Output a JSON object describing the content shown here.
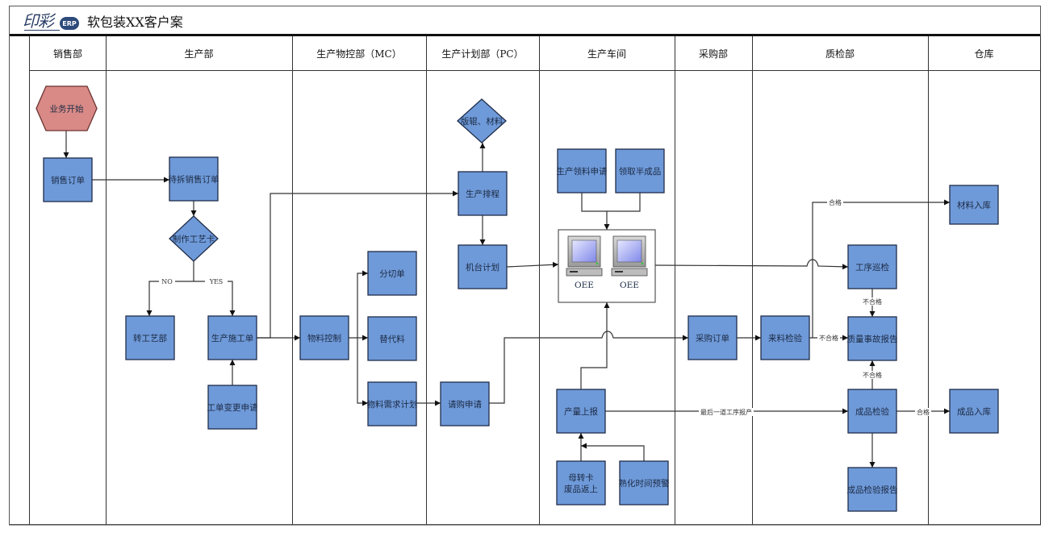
{
  "header": {
    "logo_text": "印彩",
    "logo_badge": "ERP",
    "title": "软包装XX客户案"
  },
  "lanes": [
    {
      "id": "sales",
      "label": "销售部"
    },
    {
      "id": "production",
      "label": "生产部"
    },
    {
      "id": "mc",
      "label": "生产物控部（MC）"
    },
    {
      "id": "pc",
      "label": "生产计划部（PC）"
    },
    {
      "id": "workshop",
      "label": "生产车间"
    },
    {
      "id": "purchasing",
      "label": "采购部"
    },
    {
      "id": "qc",
      "label": "质检部"
    },
    {
      "id": "warehouse",
      "label": "仓库"
    }
  ],
  "colors": {
    "process_fill": "#6f9ad9",
    "process_border": "#1f2d4a",
    "start_fill": "#d98a86",
    "start_border": "#6b3330",
    "line": "#333333"
  },
  "nodes": [
    {
      "id": "start",
      "shape": "hexagon",
      "lane": "sales",
      "lines": [
        "业务开始"
      ]
    },
    {
      "id": "sales_order",
      "shape": "rect",
      "lane": "sales",
      "lines": [
        "销售订单"
      ]
    },
    {
      "id": "pending_split",
      "shape": "rect",
      "lane": "production",
      "lines": [
        "待拆销售订单"
      ]
    },
    {
      "id": "make_card",
      "shape": "diamond",
      "lane": "production",
      "lines": [
        "制作工艺卡"
      ]
    },
    {
      "id": "to_process_dept",
      "shape": "rect",
      "lane": "production",
      "lines": [
        "转工艺部"
      ]
    },
    {
      "id": "work_order",
      "shape": "rect",
      "lane": "production",
      "lines": [
        "生产施工单"
      ]
    },
    {
      "id": "wo_change",
      "shape": "rect",
      "lane": "production",
      "lines": [
        "工单变更申请"
      ]
    },
    {
      "id": "material_ctrl",
      "shape": "rect",
      "lane": "mc",
      "lines": [
        "物料控制"
      ]
    },
    {
      "id": "slit_order",
      "shape": "rect",
      "lane": "mc",
      "lines": [
        "分切单"
      ]
    },
    {
      "id": "substitute",
      "shape": "rect",
      "lane": "mc",
      "lines": [
        "替代料"
      ]
    },
    {
      "id": "mrp",
      "shape": "rect",
      "lane": "mc",
      "lines": [
        "物料需求计划"
      ]
    },
    {
      "id": "plates_materials",
      "shape": "diamond",
      "lane": "pc",
      "lines": [
        "版辊、材料"
      ]
    },
    {
      "id": "scheduling",
      "shape": "rect",
      "lane": "pc",
      "lines": [
        "生产排程"
      ]
    },
    {
      "id": "machine_plan",
      "shape": "rect",
      "lane": "pc",
      "lines": [
        "机台计划"
      ]
    },
    {
      "id": "purchase_req",
      "shape": "rect",
      "lane": "pc",
      "lines": [
        "请购申请"
      ]
    },
    {
      "id": "material_req",
      "shape": "rect",
      "lane": "workshop",
      "lines": [
        "生产领料申请"
      ]
    },
    {
      "id": "get_semi",
      "shape": "rect",
      "lane": "workshop",
      "lines": [
        "领取半成品"
      ]
    },
    {
      "id": "oee",
      "shape": "computers",
      "lane": "workshop",
      "labels": [
        "OEE",
        "OEE"
      ]
    },
    {
      "id": "output_report",
      "shape": "rect",
      "lane": "workshop",
      "lines": [
        "产量上报"
      ]
    },
    {
      "id": "master_card",
      "shape": "rect",
      "lane": "workshop",
      "lines": [
        "母转卡",
        "废品返上"
      ]
    },
    {
      "id": "curing_alert",
      "shape": "rect",
      "lane": "workshop",
      "lines": [
        "熟化时间预警"
      ]
    },
    {
      "id": "purchase_order",
      "shape": "rect",
      "lane": "purchasing",
      "lines": [
        "采购订单"
      ]
    },
    {
      "id": "incoming_insp",
      "shape": "rect",
      "lane": "qc",
      "lines": [
        "来料检验"
      ]
    },
    {
      "id": "patrol_insp",
      "shape": "rect",
      "lane": "qc",
      "lines": [
        "工序巡检"
      ]
    },
    {
      "id": "quality_report",
      "shape": "rect",
      "lane": "qc",
      "lines": [
        "质量事故报告"
      ]
    },
    {
      "id": "fg_insp",
      "shape": "rect",
      "lane": "qc",
      "lines": [
        "成品检验"
      ]
    },
    {
      "id": "fg_insp_report",
      "shape": "rect",
      "lane": "qc",
      "lines": [
        "成品检验报告"
      ]
    },
    {
      "id": "material_in",
      "shape": "rect",
      "lane": "warehouse",
      "lines": [
        "材料入库"
      ]
    },
    {
      "id": "fg_in",
      "shape": "rect",
      "lane": "warehouse",
      "lines": [
        "成品入库"
      ]
    }
  ],
  "edges": [
    {
      "from": "start",
      "to": "sales_order",
      "label": ""
    },
    {
      "from": "sales_order",
      "to": "pending_split",
      "label": ""
    },
    {
      "from": "pending_split",
      "to": "make_card",
      "label": ""
    },
    {
      "from": "make_card",
      "to": "to_process_dept",
      "label": "NO"
    },
    {
      "from": "make_card",
      "to": "work_order",
      "label": "YES"
    },
    {
      "from": "wo_change",
      "to": "work_order",
      "label": ""
    },
    {
      "from": "work_order",
      "to": "scheduling",
      "label": ""
    },
    {
      "from": "work_order",
      "to": "material_ctrl",
      "label": ""
    },
    {
      "from": "material_ctrl",
      "to": "slit_order",
      "label": ""
    },
    {
      "from": "material_ctrl",
      "to": "substitute",
      "label": ""
    },
    {
      "from": "material_ctrl",
      "to": "mrp",
      "label": ""
    },
    {
      "from": "mrp",
      "to": "purchase_req",
      "label": ""
    },
    {
      "from": "purchase_req",
      "to": "purchase_order",
      "label": ""
    },
    {
      "from": "scheduling",
      "to": "plates_materials",
      "label": ""
    },
    {
      "from": "scheduling",
      "to": "machine_plan",
      "label": ""
    },
    {
      "from": "machine_plan",
      "to": "oee",
      "label": ""
    },
    {
      "from": "material_req",
      "to": "oee",
      "label": ""
    },
    {
      "from": "get_semi",
      "to": "oee",
      "label": ""
    },
    {
      "from": "output_report",
      "to": "oee",
      "label": ""
    },
    {
      "from": "master_card",
      "to": "output_report",
      "label": ""
    },
    {
      "from": "curing_alert",
      "to": "output_report",
      "label": ""
    },
    {
      "from": "oee",
      "to": "patrol_insp",
      "label": ""
    },
    {
      "from": "purchase_order",
      "to": "incoming_insp",
      "label": ""
    },
    {
      "from": "incoming_insp",
      "to": "material_in",
      "label": "合格"
    },
    {
      "from": "incoming_insp",
      "to": "quality_report",
      "label": "不合格"
    },
    {
      "from": "patrol_insp",
      "to": "quality_report",
      "label": "不合格"
    },
    {
      "from": "fg_insp",
      "to": "quality_report",
      "label": "不合格"
    },
    {
      "from": "output_report",
      "to": "fg_insp",
      "label": "最后一道工序报产"
    },
    {
      "from": "fg_insp",
      "to": "fg_in",
      "label": "合格"
    },
    {
      "from": "fg_insp",
      "to": "fg_insp_report",
      "label": ""
    }
  ]
}
